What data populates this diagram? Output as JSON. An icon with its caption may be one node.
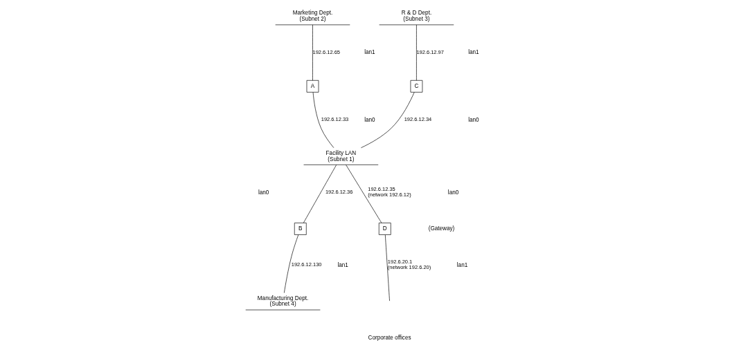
{
  "diagram": {
    "nodes": [
      {
        "text": [
          "Marketing Dept.",
          "(Subnet 2)"
        ]
      },
      {
        "text": [
          "R & D Dept.",
          "(Subnet 3)"
        ]
      },
      {
        "text": [
          "A"
        ]
      },
      {
        "text": [
          "C"
        ]
      },
      {
        "text": [
          "Facility LAN",
          "(Subnet 1)"
        ]
      },
      {
        "text": [
          "B"
        ]
      },
      {
        "text": [
          "D"
        ]
      },
      {
        "text": [
          "Manufacturing Dept.",
          "(Subnet 4)"
        ]
      }
    ],
    "edges": [
      {
        "from": 0,
        "to": 2,
        "arrow": "none",
        "label": "192.6.12.65"
      },
      {
        "from": 1,
        "to": 3,
        "arrow": "none",
        "label": "192.6.12.97"
      },
      {
        "from": 2,
        "to": 4,
        "arrow": "none",
        "label": "192.6.12.33"
      },
      {
        "from": 3,
        "to": 4,
        "arrow": "none",
        "label": "192.6.12.34"
      },
      {
        "from": 4,
        "to": 5,
        "arrow": "none",
        "label": "192.6.12.36"
      },
      {
        "from": 4,
        "to": 6,
        "arrow": "none",
        "label": "192.6.12.35 (network 192.6.12)"
      },
      {
        "from": 5,
        "to": 7,
        "arrow": "none",
        "label": "192.6.12.130"
      },
      {
        "from": 6,
        "to": null,
        "arrow": "none",
        "label": "192.6.20.1 (network 192.6.20)"
      }
    ],
    "labels": [
      "lan1",
      "lan1",
      "lan0",
      "lan0",
      "lan0",
      "lan0",
      "(Gateway)",
      "lan1",
      "lan1",
      "Corporate offices"
    ]
  }
}
